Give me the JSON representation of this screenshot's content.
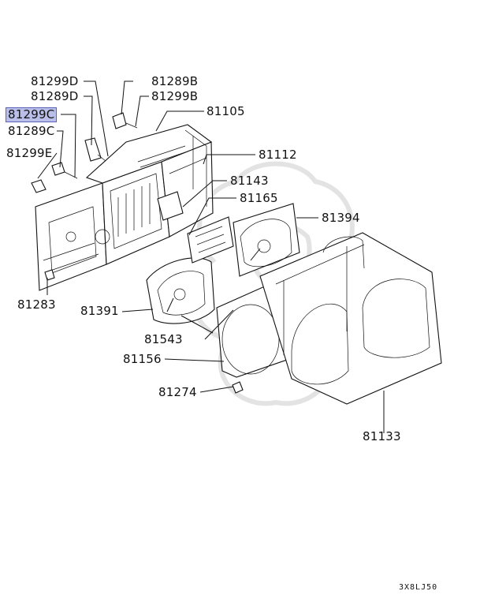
{
  "diagram": {
    "labels": {
      "p81299D": "81299D",
      "p81289B": "81289B",
      "p81289D": "81289D",
      "p81299B": "81299B",
      "p81299C": "81299C",
      "p81105": "81105",
      "p81289C": "81289C",
      "p81299E": "81299E",
      "p81112": "81112",
      "p81143": "81143",
      "p81165": "81165",
      "p81394": "81394",
      "p81283": "81283",
      "p81391": "81391",
      "p81543": "81543",
      "p81156": "81156",
      "p81274": "81274",
      "p81133": "81133"
    },
    "highlighted_part": "81299C",
    "highlight_color": "#b9bfe9",
    "diagram_code": "3X8LJ50"
  }
}
